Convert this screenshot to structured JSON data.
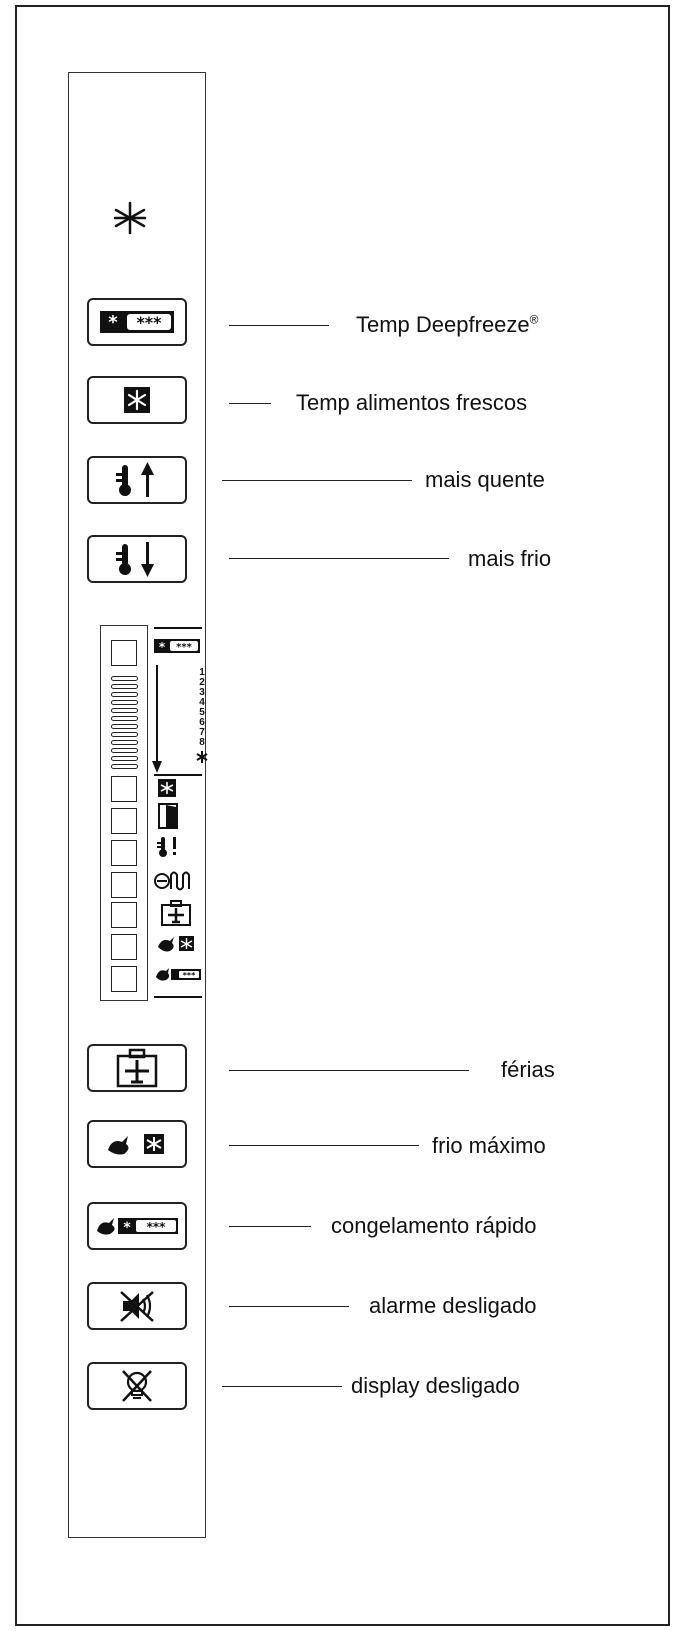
{
  "controls": [
    {
      "id": "deepfreeze",
      "label": "Temp Deepfreeze",
      "mark": "®",
      "icon": "deepfreeze-stars-icon"
    },
    {
      "id": "fresh-food",
      "label": "Temp alimentos frescos",
      "icon": "fresh-food-snowflake-icon"
    },
    {
      "id": "warmer",
      "label": "mais quente",
      "icon": "thermometer-up-icon"
    },
    {
      "id": "colder",
      "label": "mais frio",
      "icon": "thermometer-down-icon"
    },
    {
      "id": "holiday",
      "label": "férias",
      "icon": "suitcase-plane-icon"
    },
    {
      "id": "max-cold",
      "label": "frio máximo",
      "icon": "rabbit-snowflake-icon"
    },
    {
      "id": "fast-freeze",
      "label": "congelamento rápido",
      "icon": "rabbit-deepfreeze-icon"
    },
    {
      "id": "alarm-off",
      "label": "alarme desligado",
      "icon": "alarm-off-icon"
    },
    {
      "id": "display-off",
      "label": "display desligado",
      "icon": "display-off-icon"
    }
  ],
  "display_panel": {
    "levels": [
      "1",
      "2",
      "3",
      "4",
      "5",
      "6",
      "7",
      "8"
    ],
    "indicator_icons": [
      "deepfreeze-stars-icon",
      "fresh-food-snowflake-icon",
      "door-open-icon",
      "temperature-alarm-icon",
      "defrost-icon",
      "suitcase-plane-icon",
      "rabbit-snowflake-icon",
      "rabbit-deepfreeze-icon"
    ]
  }
}
